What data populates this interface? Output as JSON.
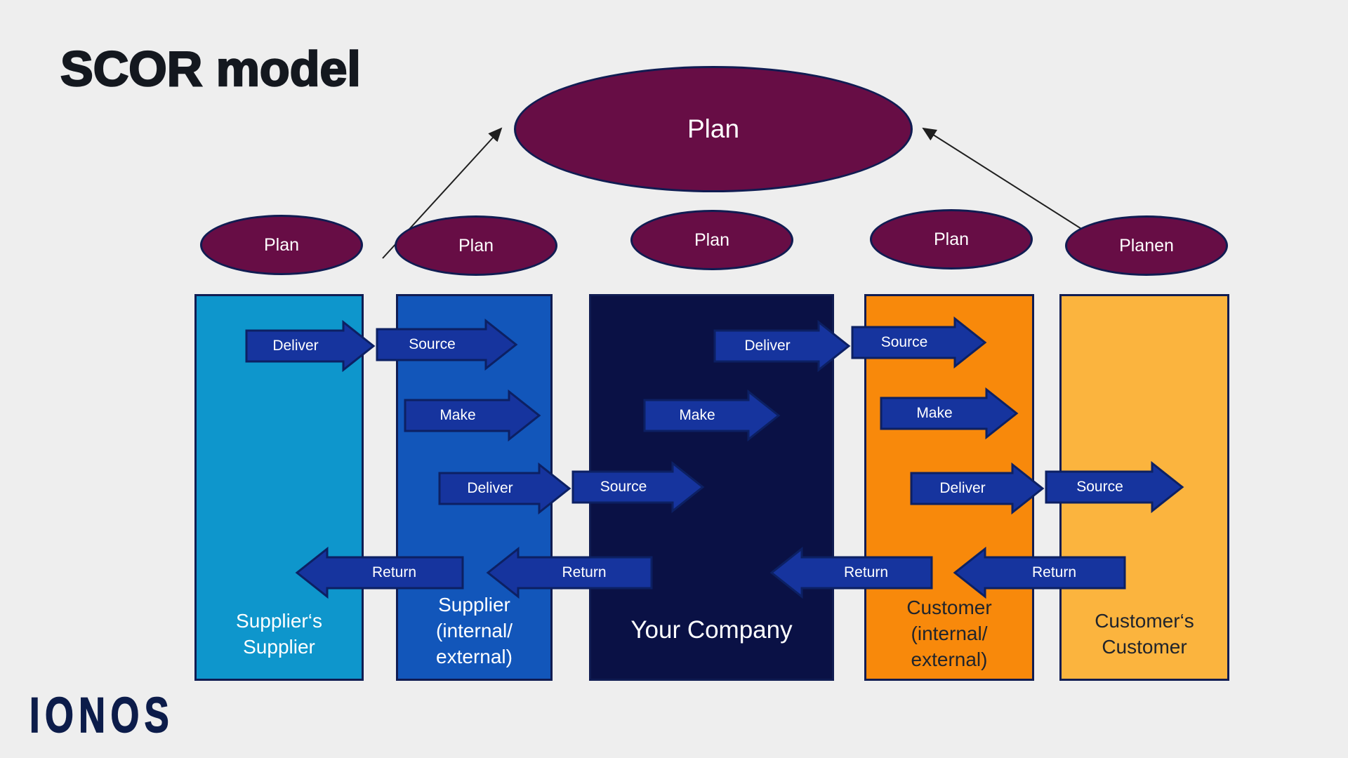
{
  "title": "SCOR model",
  "logo": "IONOS",
  "plan_hub": {
    "label": "Plan"
  },
  "plan_ellipses": [
    {
      "id": "plan-suppliers-supplier",
      "label": "Plan"
    },
    {
      "id": "plan-supplier",
      "label": "Plan"
    },
    {
      "id": "plan-your-company",
      "label": "Plan"
    },
    {
      "id": "plan-customer",
      "label": "Plan"
    },
    {
      "id": "plan-customers-customer",
      "label": "Planen"
    }
  ],
  "columns": [
    {
      "id": "suppliers-supplier",
      "label": "Supplier‘s\nSupplier",
      "fill": "#0e96cc",
      "text_color": "#ffffff"
    },
    {
      "id": "supplier",
      "label": "Supplier\n(internal/\nexternal)",
      "fill": "#1256ba",
      "text_color": "#ffffff"
    },
    {
      "id": "your-company",
      "label": "Your Company",
      "fill": "#0a1145",
      "text_color": "#ffffff"
    },
    {
      "id": "customer",
      "label": "Customer\n(internal/\nexternal)",
      "fill": "#f8890b",
      "text_color": "#20242c"
    },
    {
      "id": "customers-customer",
      "label": "Customer‘s\nCustomer",
      "fill": "#fbb43e",
      "text_color": "#20242c"
    }
  ],
  "arrows": [
    {
      "id": "supplier-deliver-top",
      "label": "Deliver"
    },
    {
      "id": "supplier-source-top",
      "label": "Source"
    },
    {
      "id": "supplier-make",
      "label": "Make"
    },
    {
      "id": "company-make",
      "label": "Make"
    },
    {
      "id": "supplier-deliver-mid",
      "label": "Deliver"
    },
    {
      "id": "company-source-mid",
      "label": "Source"
    },
    {
      "id": "return-supplier-to-suppliers-supplier",
      "label": "Return"
    },
    {
      "id": "return-company-to-supplier",
      "label": "Return"
    },
    {
      "id": "company-deliver-top",
      "label": "Deliver"
    },
    {
      "id": "customer-source-top",
      "label": "Source"
    },
    {
      "id": "customer-make",
      "label": "Make"
    },
    {
      "id": "customer-deliver-mid",
      "label": "Deliver"
    },
    {
      "id": "customers-customer-source-mid",
      "label": "Source"
    },
    {
      "id": "return-customer-to-company",
      "label": "Return"
    },
    {
      "id": "return-customers-customer-to-customer",
      "label": "Return"
    }
  ],
  "colors": {
    "bg": "#eeeeee",
    "title_color": "#14181f",
    "ellipse_fill": "#670d45",
    "ellipse_border": "#101c52",
    "column_border": "#101c52",
    "arrow_fill": "#16349e",
    "arrow_border": "#0c2063",
    "connector": "#1f1f1f",
    "logo_color": "#0c1c4a"
  }
}
